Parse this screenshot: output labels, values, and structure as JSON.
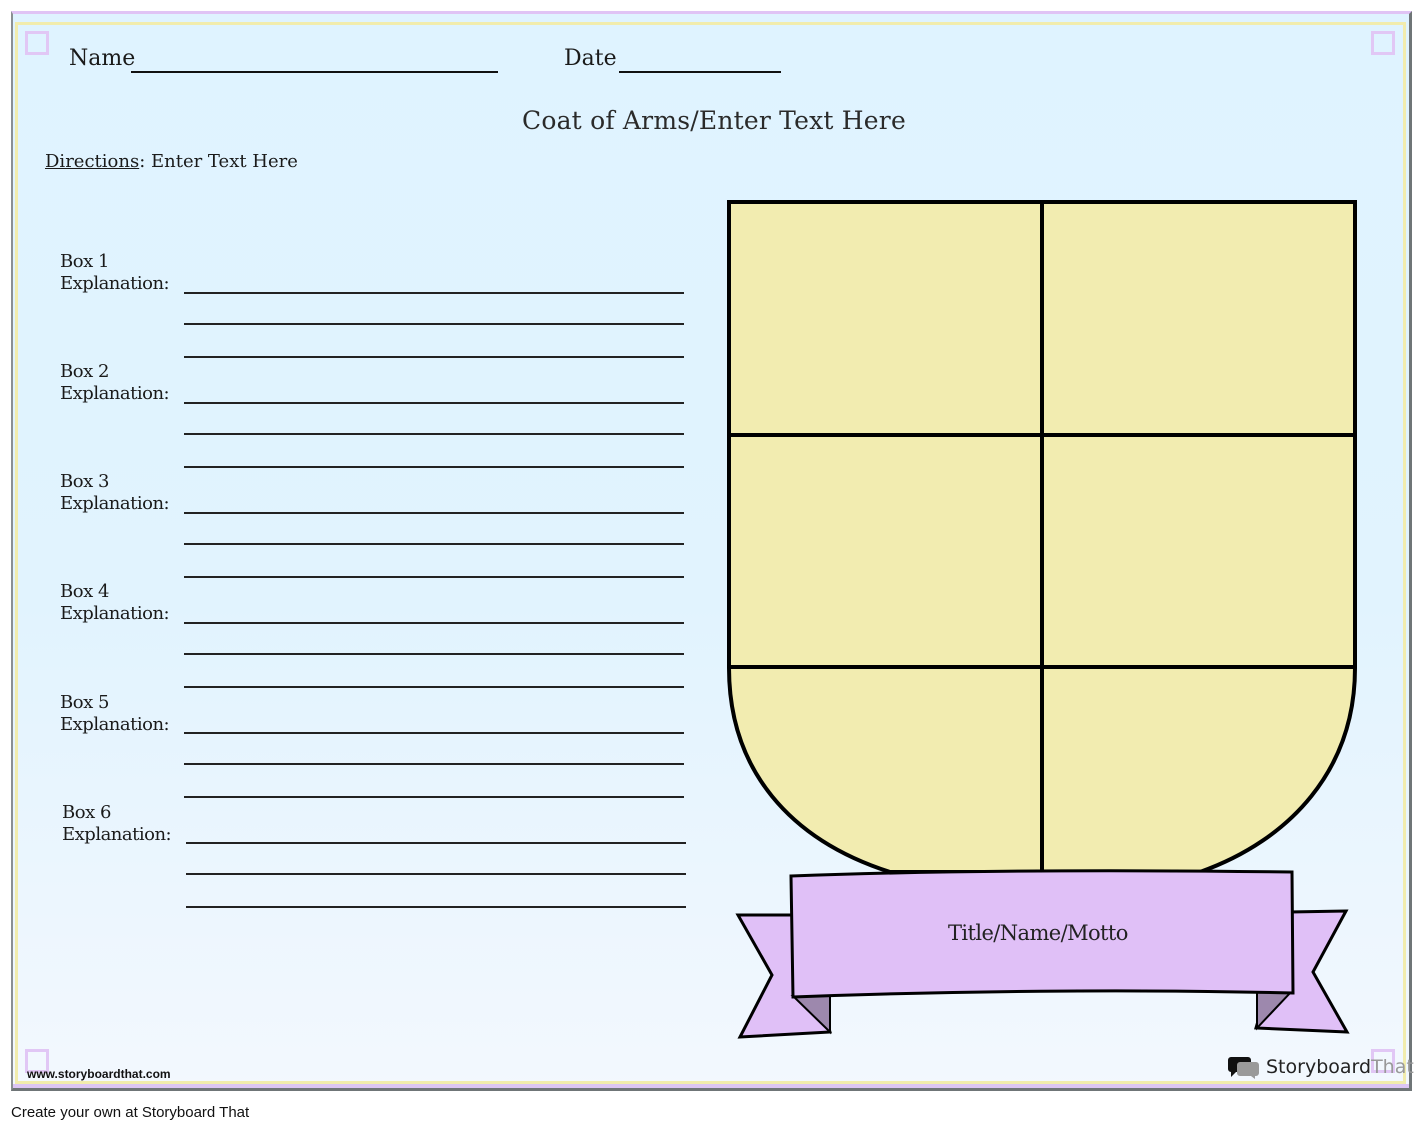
{
  "worksheet": {
    "header": {
      "name_label": "Name",
      "date_label": "Date"
    },
    "title": "Coat of Arms/Enter Text Here",
    "directions": {
      "label": "Directions",
      "separator": ":",
      "text": " Enter Text Here"
    },
    "boxes": [
      {
        "title": "Box 1",
        "label": "Explanation:"
      },
      {
        "title": "Box 2",
        "label": "Explanation:"
      },
      {
        "title": "Box 3",
        "label": "Explanation:"
      },
      {
        "title": "Box 4",
        "label": "Explanation:"
      },
      {
        "title": "Box 5",
        "label": "Explanation:"
      },
      {
        "title": "Box 6",
        "label": "Explanation:"
      }
    ],
    "shield": {
      "fill_color": "#f2ecb0",
      "stroke_color": "#000000",
      "sections": 6
    },
    "banner": {
      "text": "Title/Name/Motto",
      "fill_color": "#e0c0f7",
      "fold_color": "#9d88ad"
    },
    "watermark": "www.storyboardthat.com",
    "brand": {
      "part1": "Storyboard",
      "part2": "That",
      "icon": "speech-bubbles-icon"
    }
  },
  "colors": {
    "background_top": "#dff3ff",
    "background_bottom": "#f3f8fe",
    "border_purple": "#e0c4f5",
    "border_yellow": "#f1ecad"
  },
  "footer": {
    "text": "Create your own at Storyboard That"
  }
}
